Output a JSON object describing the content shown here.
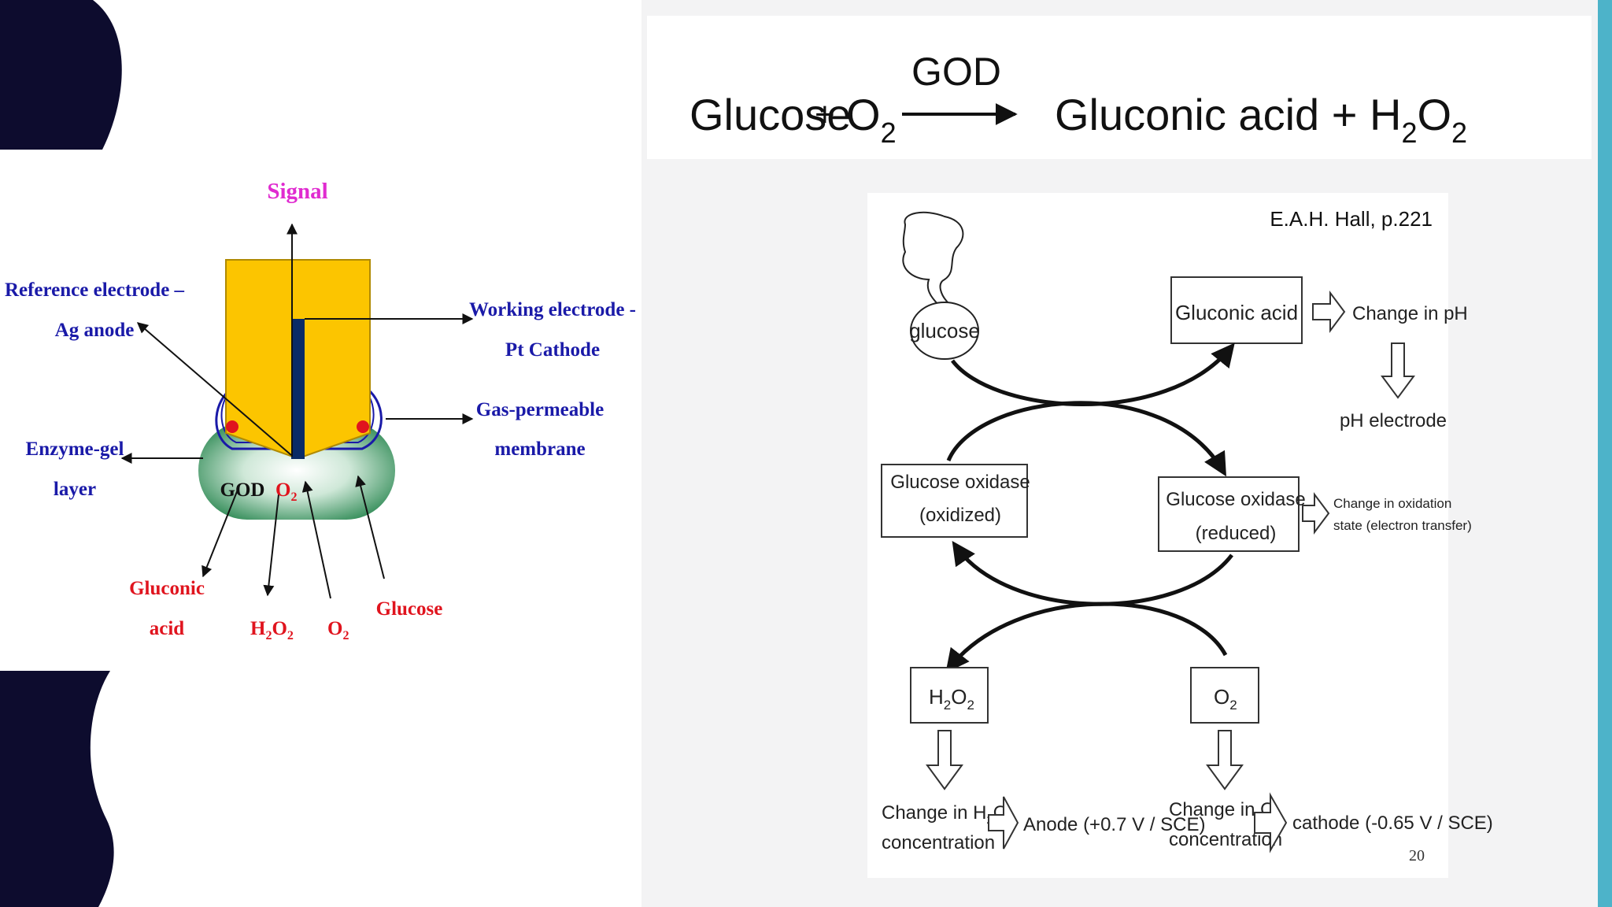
{
  "colors": {
    "dark_shape": "#0d0c2e",
    "accent_bar": "#4db3c9",
    "label_blue": "#1a1aa8",
    "label_red": "#e0141e",
    "label_magenta": "#e02bd0",
    "electrode_gold": "#fcc500",
    "gel_green": "#2f8a55",
    "electrode_navy": "#0a2b66"
  },
  "left_diagram": {
    "signal": "Signal",
    "reference_electrode_line1": "Reference electrode –",
    "reference_electrode_line2": "Ag anode",
    "working_electrode_line1": "Working electrode -",
    "working_electrode_line2": "Pt Cathode",
    "gas_membrane_line1": "Gas-permeable",
    "gas_membrane_line2": "membrane",
    "enzyme_gel_line1": "Enzyme-gel",
    "enzyme_gel_line2": "layer",
    "god_inside": "GOD",
    "o2_inside": "O",
    "o2_inside_sub": "2",
    "gluconic_line1": "Gluconic",
    "gluconic_line2": "acid",
    "h2o2_h": "H",
    "h2o2_2a": "2",
    "h2o2_o": "O",
    "h2o2_2b": "2",
    "o2_bottom": "O",
    "o2_bottom_sub": "2",
    "glucose": "Glucose"
  },
  "equation": {
    "glucose": "Glucose",
    "plus1": "+",
    "o2_main": "O",
    "o2_sub": "2",
    "enzyme": "GOD",
    "product": "Gluconic acid + H",
    "prod_sub1": "2",
    "prod_o": "O",
    "prod_sub2": "2"
  },
  "right_diagram": {
    "citation": "E.A.H. Hall, p.221",
    "glucose": "glucose",
    "gluconic_acid": "Gluconic acid",
    "change_ph": "Change in pH",
    "ph_electrode": "pH electrode",
    "gox_oxidized_line1": "Glucose oxidase",
    "gox_oxidized_line2": "(oxidized)",
    "gox_reduced_line1": "Glucose oxidase",
    "gox_reduced_line2": "(reduced)",
    "oxidation_line1": "Change in oxidation",
    "oxidation_line2": "state (electron transfer)",
    "h2o2_box_h": "H",
    "h2o2_box_2a": "2",
    "h2o2_box_o": "O",
    "h2o2_box_2b": "2",
    "o2_box": "O",
    "o2_box_sub": "2",
    "change_h2o2_line1": "Change in H",
    "change_h2o2_sub1": "2",
    "change_h2o2_o": "O",
    "change_h2o2_sub2": "2",
    "change_h2o2_line2": "concentration",
    "anode": "Anode (+0.7 V / SCE)",
    "change_o2_line1": "Change in O",
    "change_o2_sub": "2",
    "change_o2_line2": "concentration",
    "cathode": "cathode (-0.65 V / SCE)",
    "page_number": "20"
  }
}
